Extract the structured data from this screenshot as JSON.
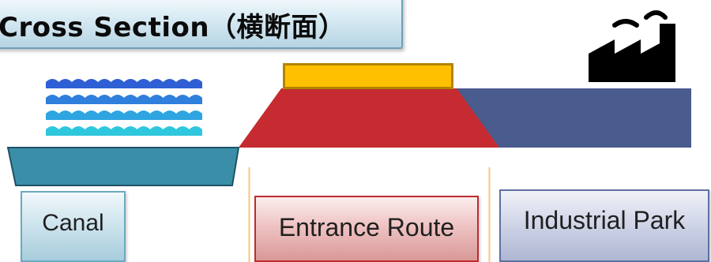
{
  "title": "Cross Section（横断面）",
  "labels": {
    "canal": "Canal",
    "entrance_route": "Entrance Route",
    "industrial_park": "Industrial Park"
  },
  "icons": {
    "water": "water-waves-icon",
    "factory": "factory-icon"
  },
  "colors": {
    "canal": "#3a8ea8",
    "route_embankment": "#c52b30",
    "route_road": "#ffc000",
    "industrial_park": "#4a5b8d",
    "water_dark": "#2f5fd4",
    "water_light": "#2ec7dd",
    "divider": "#f6c77a"
  }
}
